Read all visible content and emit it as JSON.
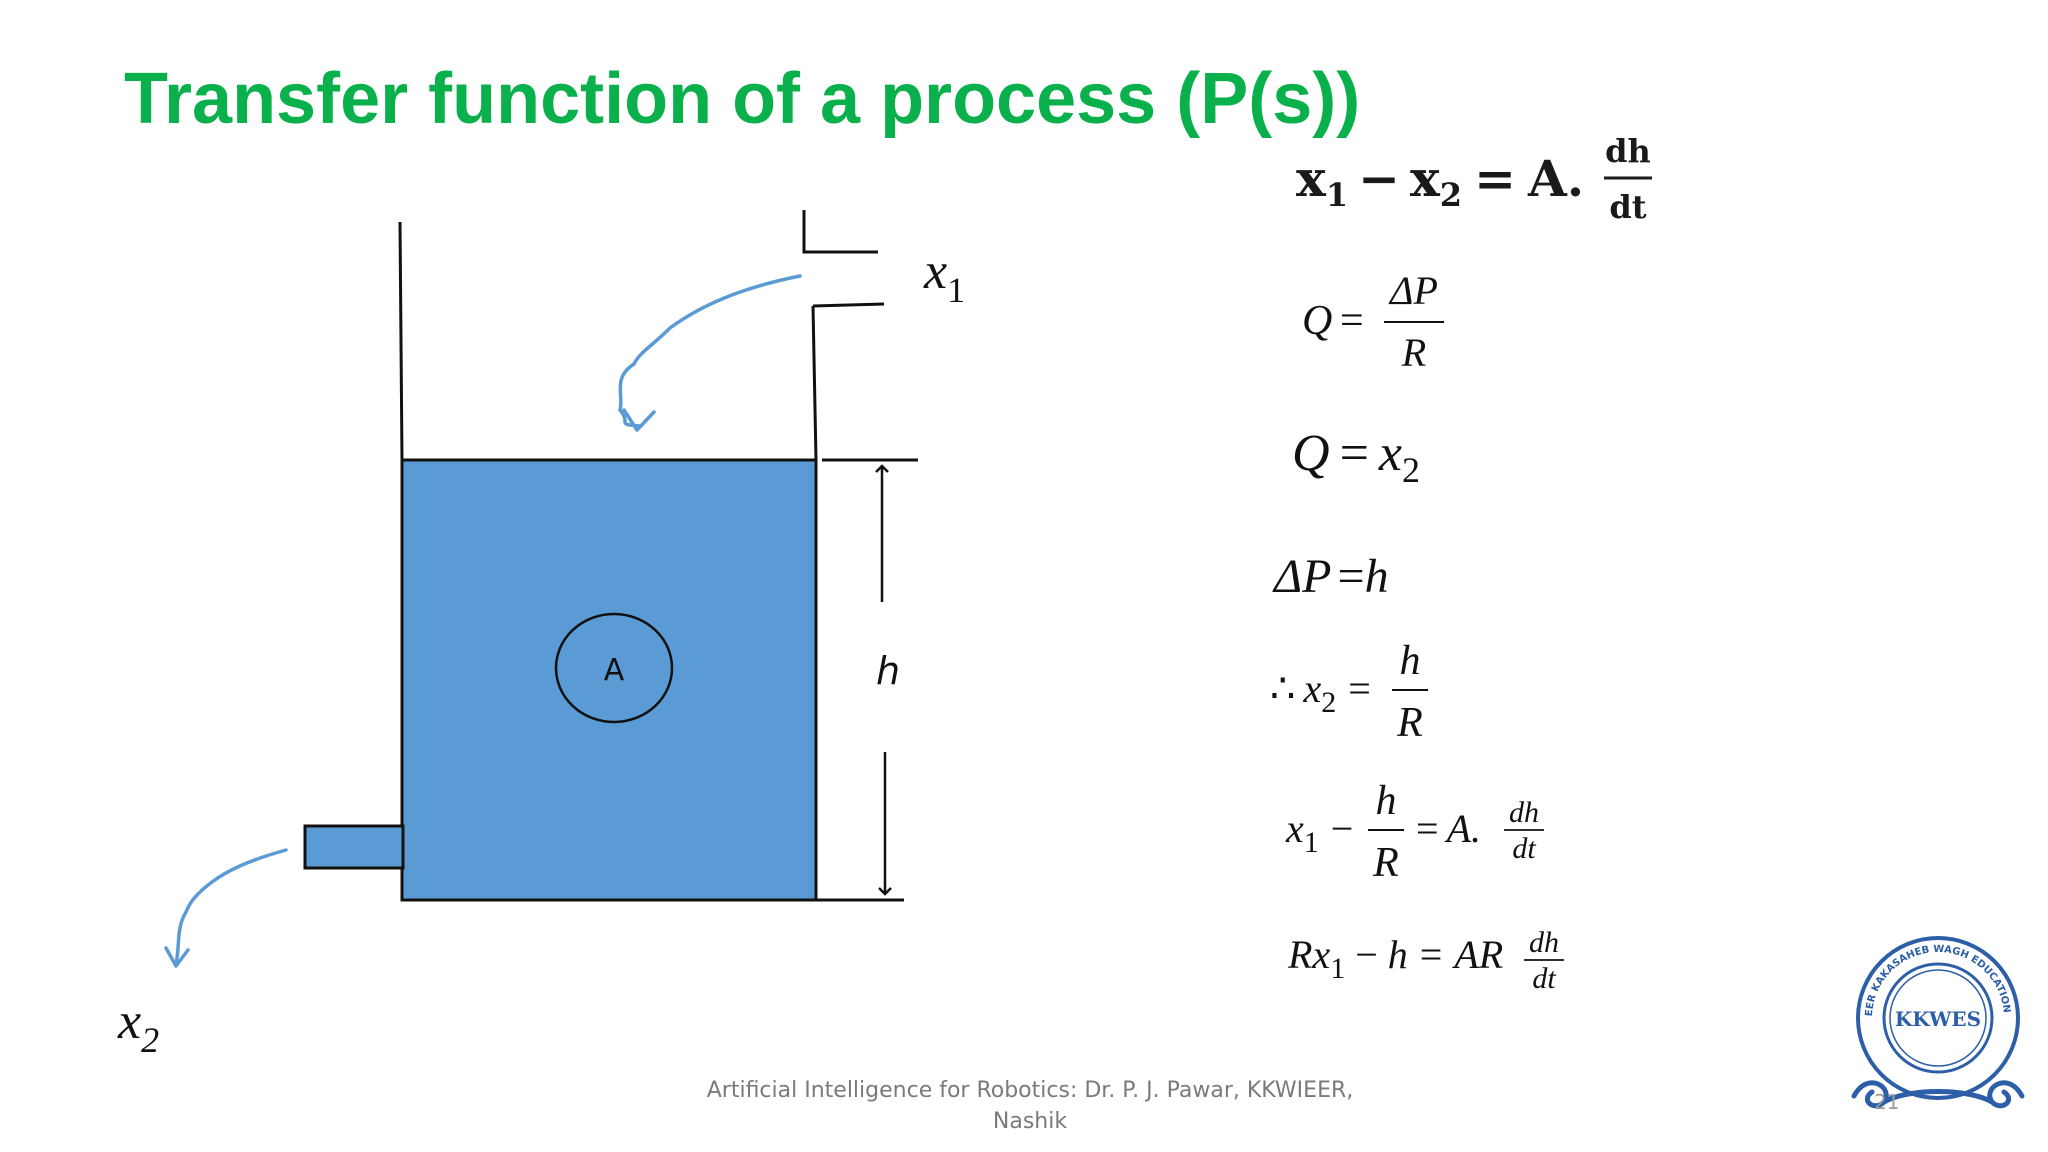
{
  "slide": {
    "title": "Transfer function of a process (P(s))",
    "footer": "Artificial Intelligence for Robotics: Dr. P. J. Pawar, KKWIEER, Nashik",
    "slide_number": "21"
  },
  "diagram": {
    "inflow_label": {
      "var": "x",
      "sub": "1"
    },
    "outflow_label": {
      "var": "x",
      "sub": "2"
    },
    "area_label": "A",
    "height_label": "h",
    "tank_fill_color": "#5b9bd5",
    "arrow_color": "#5b9bd5"
  },
  "equations": {
    "eq1": {
      "lhs_a": "x",
      "lhs_a_sub": "1",
      "minus": "−",
      "lhs_b": "x",
      "lhs_b_sub": "2",
      "equals": "=",
      "rhs": "A.",
      "num": "dh",
      "den": "dt"
    },
    "eq2": {
      "lhs": "Q",
      "equals": "=",
      "num": "ΔP",
      "den": "R"
    },
    "eq3": {
      "lhs": "Q",
      "equals": "=",
      "rhs": "x",
      "rhs_sub": "2"
    },
    "eq4": {
      "lhs": "ΔP",
      "equals": "=",
      "rhs": "h"
    },
    "eq5": {
      "therefore": "∴",
      "lhs": "x",
      "lhs_sub": "2",
      "equals": "=",
      "num": "h",
      "den": "R"
    },
    "eq6": {
      "lhs": "x",
      "lhs_sub": "1",
      "minus": "−",
      "num": "h",
      "den": "R",
      "equals": "=",
      "rhs": "A.",
      "rnum": "dh",
      "rden": "dt"
    },
    "eq7": {
      "a": "Rx",
      "a_sub": "1",
      "minus": "−",
      "b": "h",
      "equals": "=",
      "rhs": "AR",
      "num": "dh",
      "den": "dt"
    }
  },
  "logo": {
    "text_arc": "KARMAVEER KAKASAHEB WAGH EDUCATION SOCIETY",
    "monogram": "KKWES",
    "colors": {
      "primary": "#2d5ea8"
    }
  }
}
